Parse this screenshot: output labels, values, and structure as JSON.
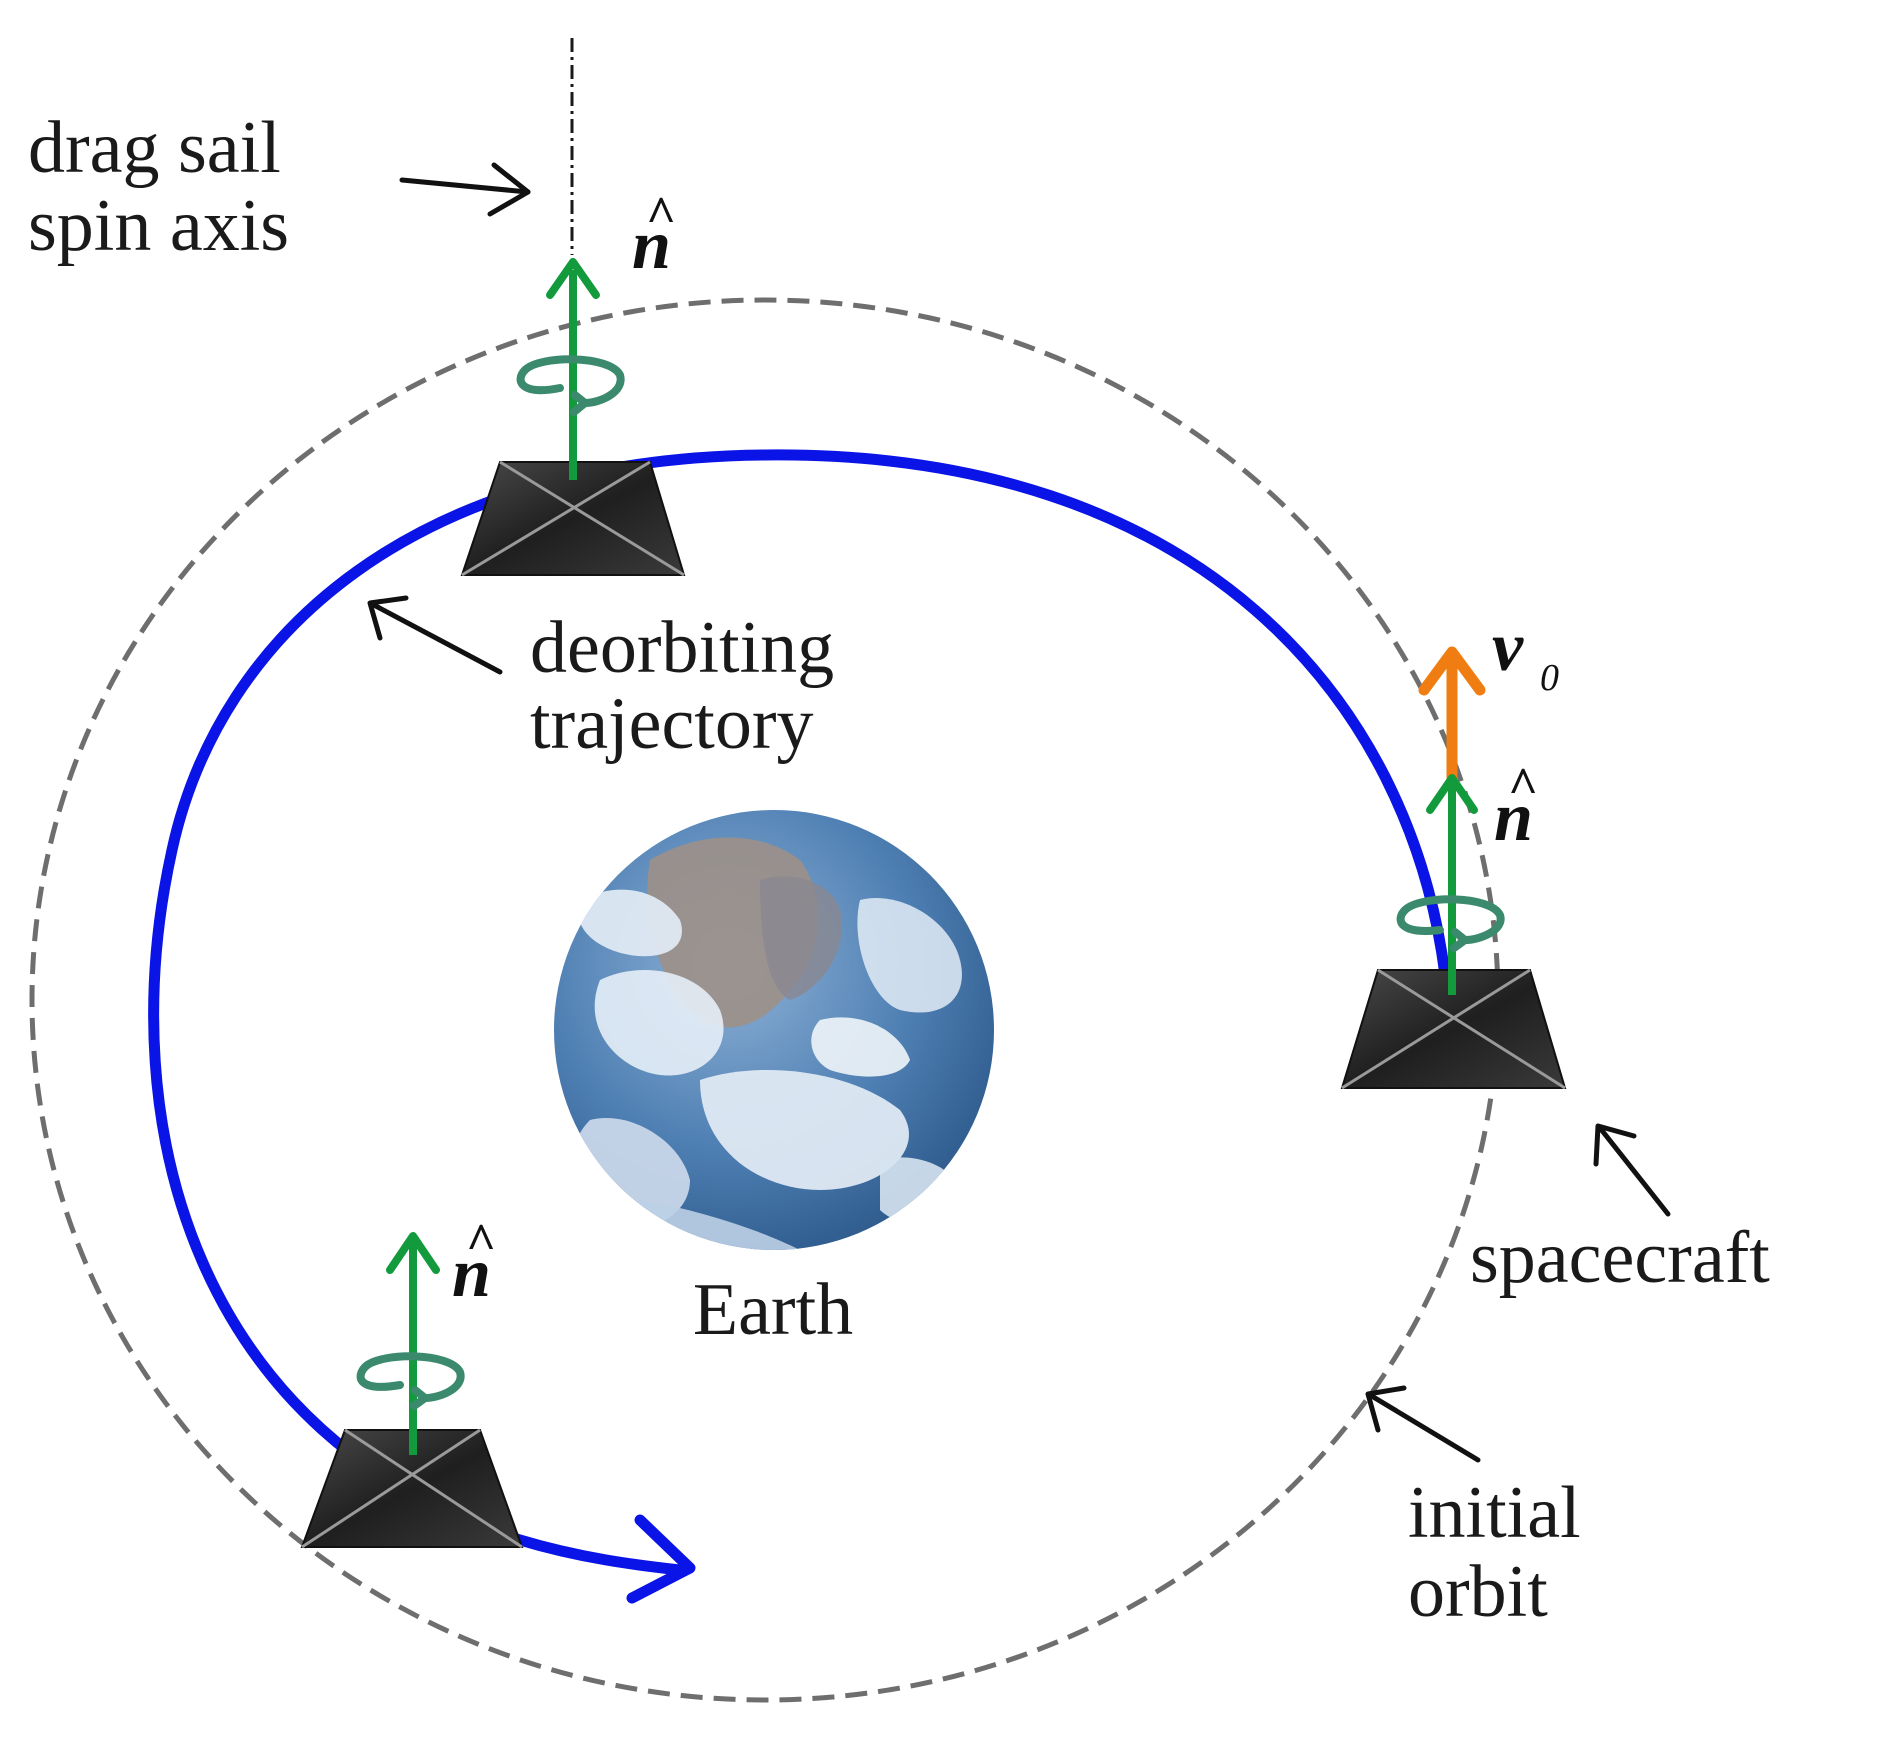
{
  "labels": {
    "spin_axis_line1": "drag sail",
    "spin_axis_line2": "spin axis",
    "normal_symbol": "n",
    "normal_hat": "^",
    "velocity_symbol": "v",
    "velocity_subscript": "0",
    "trajectory_line1": "deorbiting",
    "trajectory_line2": "trajectory",
    "earth": "Earth",
    "spacecraft": "spacecraft",
    "orbit_line1": "initial",
    "orbit_line2": "orbit"
  },
  "colors": {
    "trajectory": "#0a14e6",
    "normal_arrow": "#139a3c",
    "velocity_arrow": "#f07d12",
    "spin_indicator": "#3b8a6e",
    "initial_orbit": "#6e6e6e",
    "pointer": "#111111",
    "ocean": "#4a7bb0",
    "cloud": "#dfe9f3",
    "land": "#9c9088",
    "sail": "#2b2b2b"
  },
  "icons": {
    "spacecraft": "drag-sail-spacecraft-icon",
    "earth": "earth-globe-icon",
    "spin": "rotation-arrow-icon"
  }
}
